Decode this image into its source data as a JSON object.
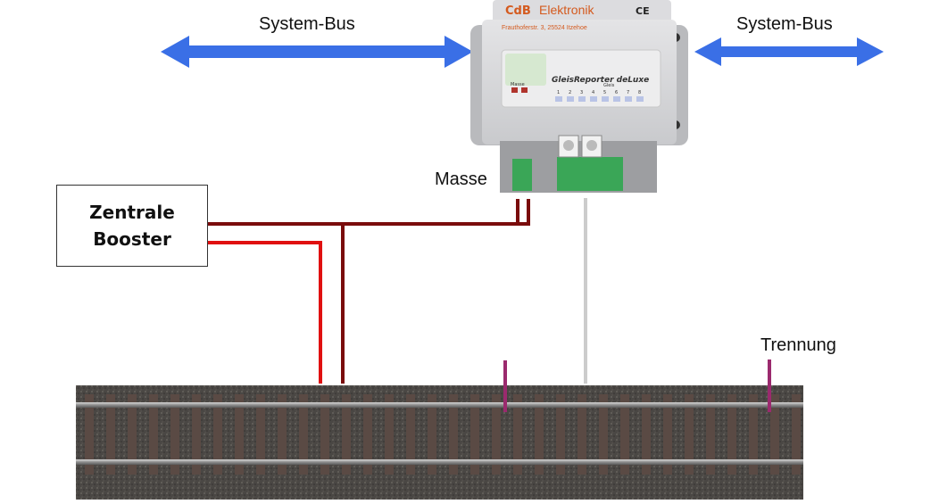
{
  "labels": {
    "bus_left": "System-Bus",
    "bus_right": "System-Bus",
    "masse": "Masse",
    "trennung": "Trennung"
  },
  "booster": {
    "line1": "Zentrale",
    "line2": "Booster"
  },
  "device": {
    "brand": "Elektronik",
    "logo": "CdB",
    "address": "Frauthoferstr. 3, 25524 Itzehoe",
    "ce_mark": "CE",
    "product_name": "GleisReporter deLuxe",
    "masse_led_label": "Masse",
    "gleis_label": "Gleis",
    "channel_numbers": [
      "1",
      "2",
      "3",
      "4",
      "5",
      "6",
      "7",
      "8"
    ]
  },
  "colors": {
    "bus_arrow": "#3a6fe6",
    "wire_booster_dark": "#7a0c0c",
    "wire_booster_red": "#e01010",
    "wire_sensor": "#cccccc",
    "separator": "#9b2a6e"
  }
}
